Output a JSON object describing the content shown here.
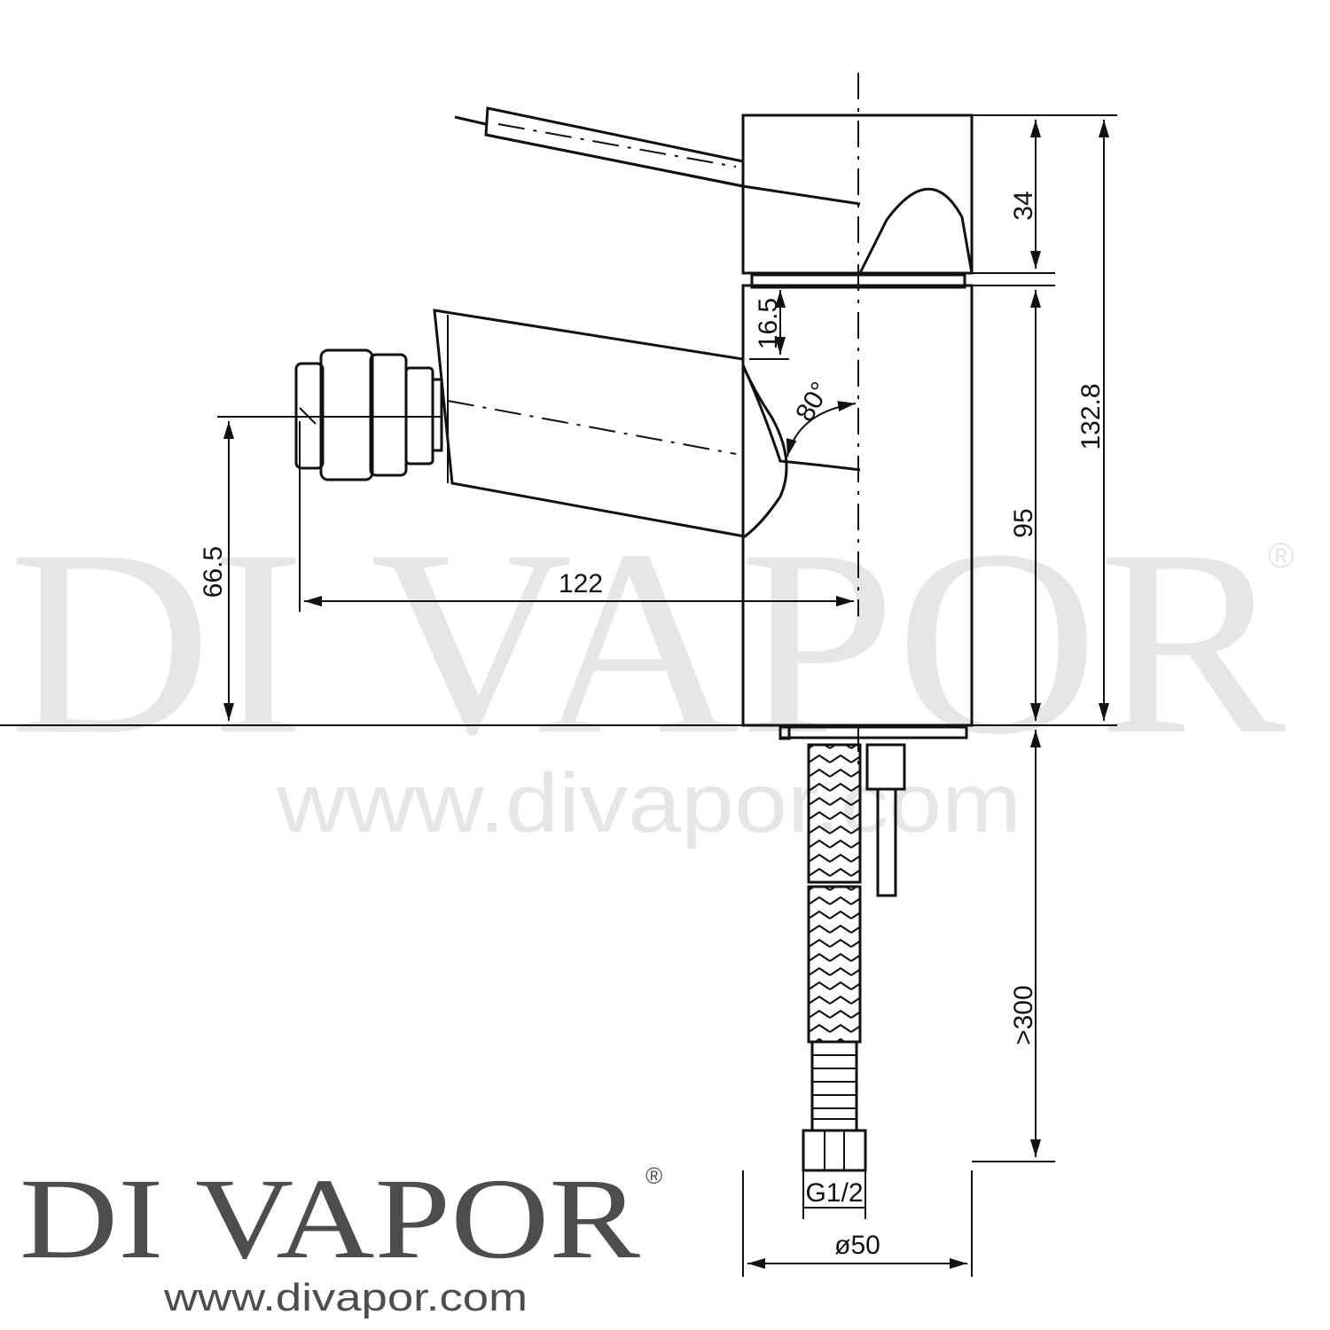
{
  "watermark": {
    "brand": "DI VAPOR",
    "registered": "®",
    "url": "www.divapor.com"
  },
  "logo": {
    "brand": "DI VAPOR",
    "registered": "®",
    "url": "www.divapor.com"
  },
  "dimensions": {
    "handle_height": "34",
    "gap_height": "16.5",
    "total_height": "132.8",
    "body_height": "95",
    "angle": "80°",
    "spout_height": "66.5",
    "spout_reach": "122",
    "hose_length": ">300",
    "thread": "G1/2",
    "diameter": "ø50"
  },
  "colors": {
    "line": "#111111",
    "watermark": "#e6e6e6",
    "logo": "#4d4d4d"
  }
}
